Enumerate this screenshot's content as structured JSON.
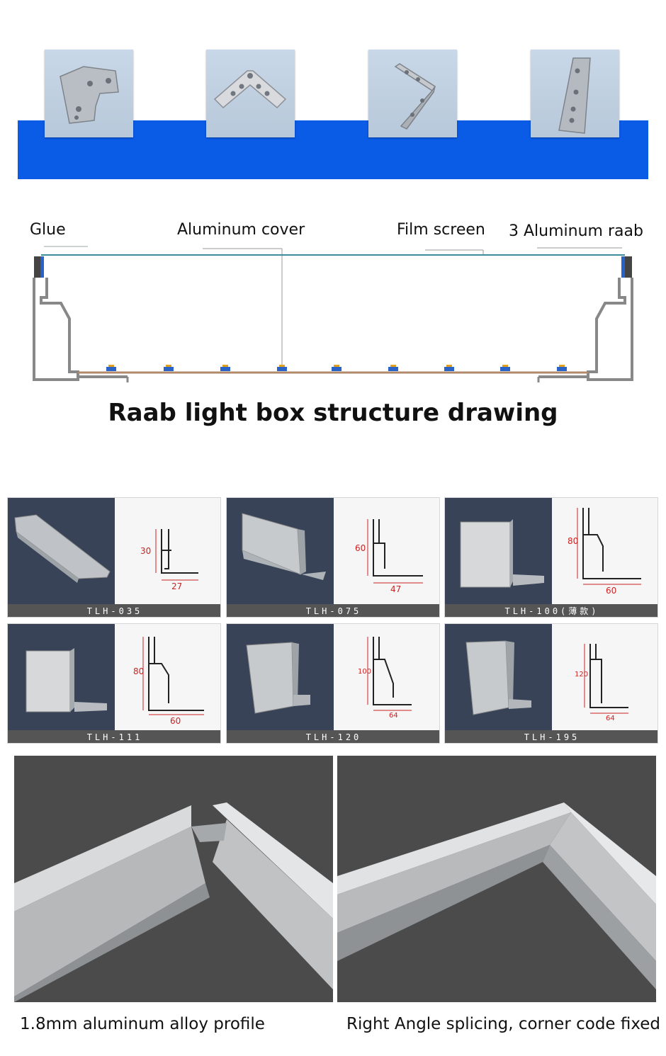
{
  "brackets": [
    {
      "name": "l-notched-plate",
      "icon": "bracket-plate-icon"
    },
    {
      "name": "v-angle-plate",
      "icon": "bracket-v-icon"
    },
    {
      "name": "l-bent-angle",
      "icon": "bracket-angle-icon"
    },
    {
      "name": "straight-plate",
      "icon": "bracket-straight-icon"
    }
  ],
  "diagram": {
    "labels": {
      "glue": "Glue",
      "aluminum_cover": "Aluminum cover",
      "film_screen": "Film screen",
      "aluminum_raab": "3 Aluminum raab"
    },
    "title": "Raab light box structure drawing"
  },
  "profiles": [
    {
      "code": "TLH-035",
      "height": "30",
      "width": "27"
    },
    {
      "code": "TLH-075",
      "height": "60",
      "width": "47"
    },
    {
      "code": "TLH-100(薄款)",
      "height": "80",
      "width": "60"
    },
    {
      "code": "TLH-111",
      "height": "80",
      "width": "60"
    },
    {
      "code": "TLH-120",
      "height": "100",
      "width": "64"
    },
    {
      "code": "TLH-195",
      "height": "120",
      "width": "64"
    }
  ],
  "corners": {
    "left_caption": "1.8mm aluminum alloy profile",
    "right_caption": "Right Angle splicing, corner code fixed"
  },
  "colors": {
    "band_blue": "#0a5be6",
    "photo_bg": "#384358",
    "caption_bar": "#555555",
    "dimension_red": "#cc2222"
  }
}
